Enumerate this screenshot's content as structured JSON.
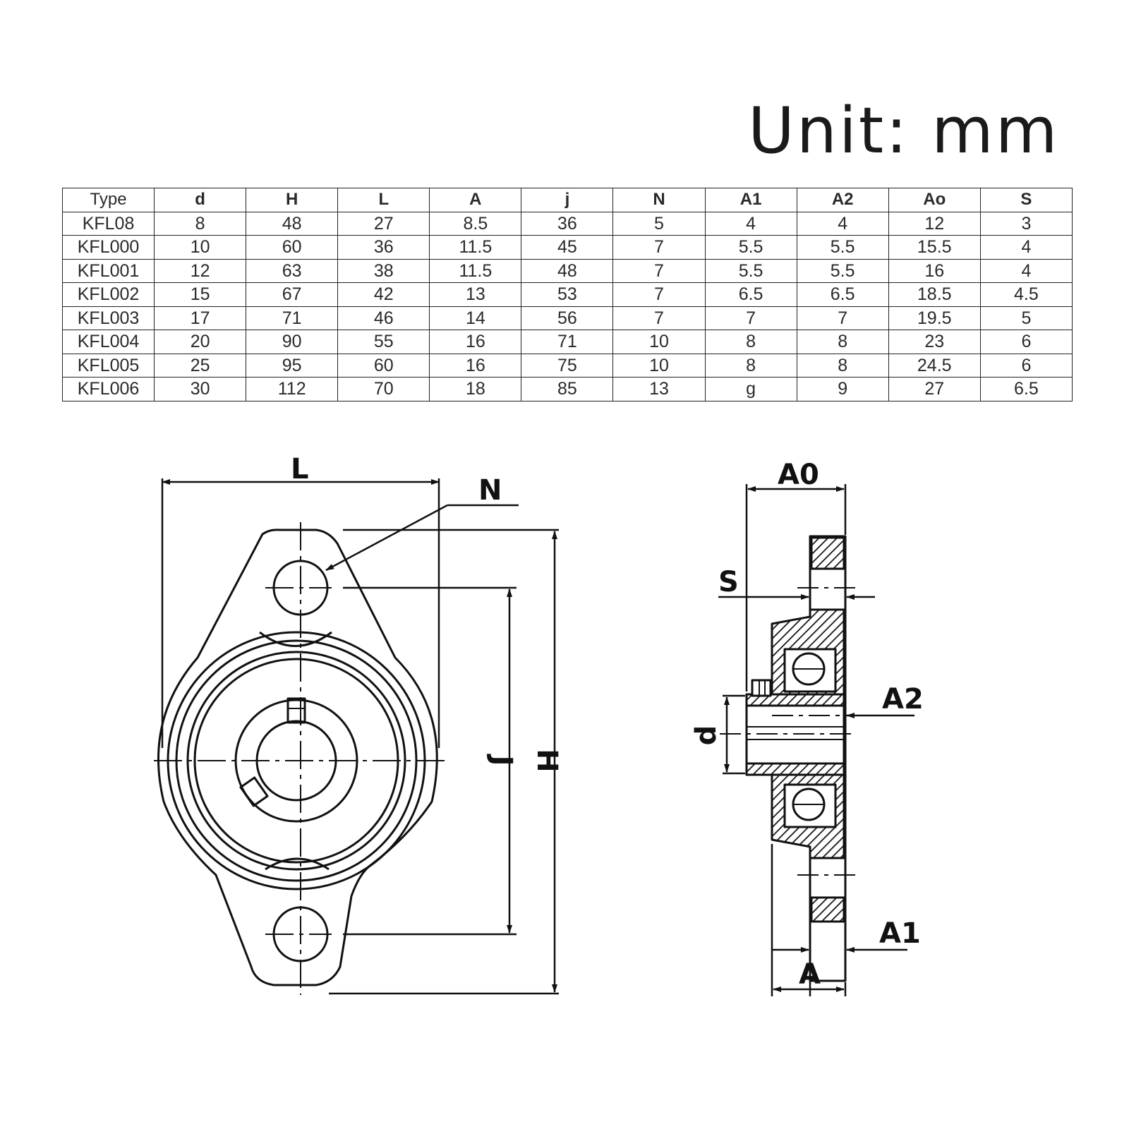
{
  "unit_title": "Unit: mm",
  "table": {
    "headers": [
      "Type",
      "d",
      "H",
      "L",
      "A",
      "j",
      "N",
      "A1",
      "A2",
      "Ao",
      "S"
    ],
    "rows": [
      [
        "KFL08",
        "8",
        "48",
        "27",
        "8.5",
        "36",
        "5",
        "4",
        "4",
        "12",
        "3"
      ],
      [
        "KFL000",
        "10",
        "60",
        "36",
        "11.5",
        "45",
        "7",
        "5.5",
        "5.5",
        "15.5",
        "4"
      ],
      [
        "KFL001",
        "12",
        "63",
        "38",
        "11.5",
        "48",
        "7",
        "5.5",
        "5.5",
        "16",
        "4"
      ],
      [
        "KFL002",
        "15",
        "67",
        "42",
        "13",
        "53",
        "7",
        "6.5",
        "6.5",
        "18.5",
        "4.5"
      ],
      [
        "KFL003",
        "17",
        "71",
        "46",
        "14",
        "56",
        "7",
        "7",
        "7",
        "19.5",
        "5"
      ],
      [
        "KFL004",
        "20",
        "90",
        "55",
        "16",
        "71",
        "10",
        "8",
        "8",
        "23",
        "6"
      ],
      [
        "KFL005",
        "25",
        "95",
        "60",
        "16",
        "75",
        "10",
        "8",
        "8",
        "24.5",
        "6"
      ],
      [
        "KFL006",
        "30",
        "112",
        "70",
        "18",
        "85",
        "13",
        "g",
        "9",
        "27",
        "6.5"
      ]
    ]
  },
  "front_view": {
    "labels": {
      "L": "L",
      "N": "N",
      "J": "J",
      "H": "H"
    }
  },
  "side_view": {
    "labels": {
      "A0": "A0",
      "S": "S",
      "A2": "A2",
      "d": "d",
      "A1": "A1",
      "A": "A"
    }
  }
}
